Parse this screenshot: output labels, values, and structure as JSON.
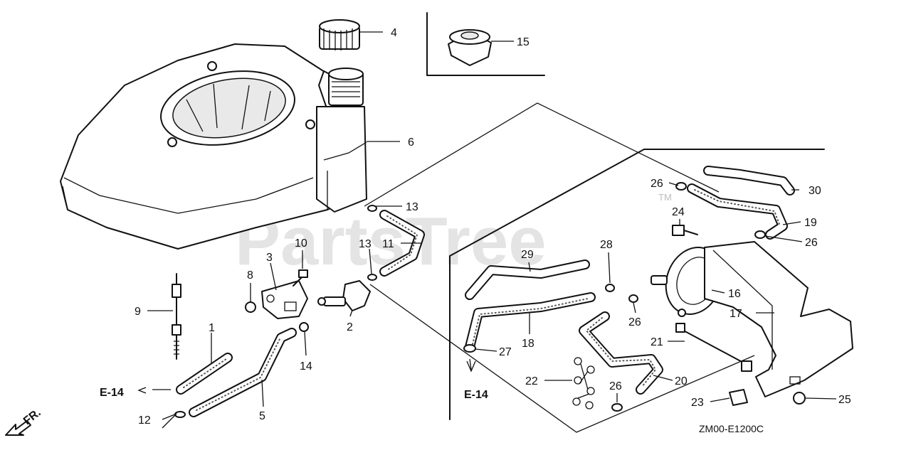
{
  "watermark": "PartsTree",
  "watermark_tm": "TM",
  "drawing_code": "ZM00-E1200C",
  "front_marker": "FR.",
  "references": [
    "E-14",
    "E-14"
  ],
  "callouts": {
    "p1": "1",
    "p2": "2",
    "p3": "3",
    "p4": "4",
    "p5": "5",
    "p6": "6",
    "p8": "8",
    "p9": "9",
    "p10": "10",
    "p11": "11",
    "p12": "12",
    "p13a": "13",
    "p13b": "13",
    "p14": "14",
    "p15": "15",
    "p16": "16",
    "p17": "17",
    "p18": "18",
    "p19": "19",
    "p20": "20",
    "p21": "21",
    "p22": "22",
    "p23": "23",
    "p24": "24",
    "p25": "25",
    "p26a": "26",
    "p26b": "26",
    "p26c": "26",
    "p26d": "26",
    "p27": "27",
    "p28": "28",
    "p29": "29",
    "p30": "30"
  }
}
